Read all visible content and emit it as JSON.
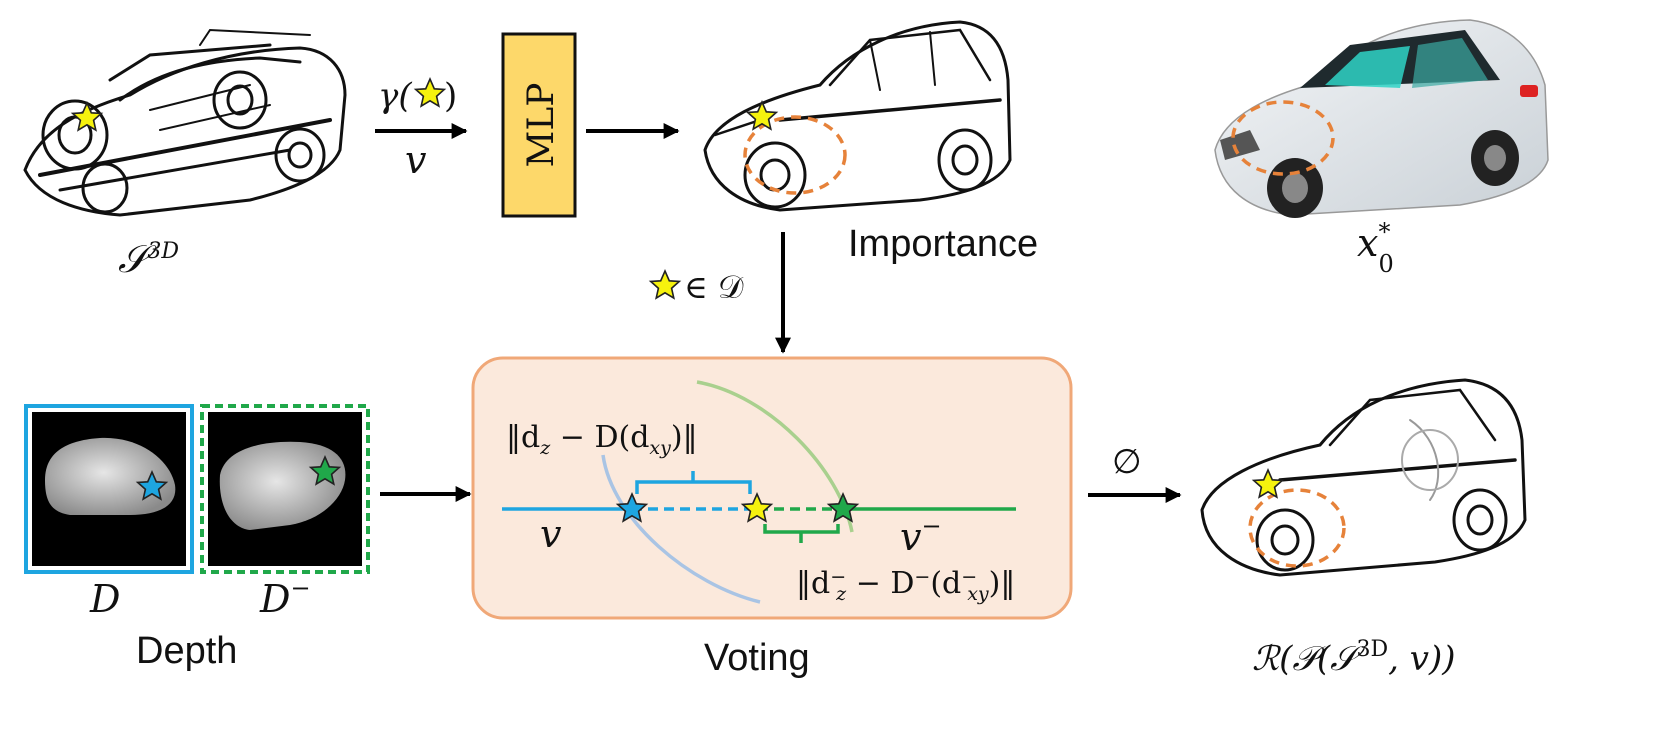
{
  "labels": {
    "sketch_3d": "𝒮",
    "sketch_3d_sup": "3D",
    "gamma_label": "γ(",
    "gamma_close": ")",
    "v_top": "v",
    "mlp": "MLP",
    "importance": "Importance",
    "x0_base": "x",
    "x0_sub": "0",
    "x0_sup": "*",
    "star_in_D": "∈ 𝒟",
    "depth_D": "D",
    "depth_Dminus_base": "D",
    "depth_Dminus_sup": "−",
    "depth": "Depth",
    "voting": "Voting",
    "dz_expr": "‖d",
    "dz_sub": "z",
    "dz_mid": " − D(d",
    "dz_sub2": "xy",
    "dz_end": ")‖",
    "dzm_expr": "‖d",
    "dzm_sub": "z",
    "dzm_sup": "−",
    "dzm_mid": " − D",
    "dzm_sup2": "−",
    "dzm_paren": "(d",
    "dzm_sub2": "xy",
    "dzm_sup3": "−",
    "dzm_end": ")‖",
    "v_ray": "v",
    "v_minus_base": "v",
    "v_minus_sup": "−",
    "empty_set": "∅",
    "render_expr": "ℛ(𝒫(𝒮",
    "render_sup": "3D",
    "render_end": ", v))"
  },
  "colors": {
    "mlp_fill": "#FDD86A",
    "voting_fill": "#FBE9DC",
    "voting_border": "#F0A878",
    "blue": "#1EA5E0",
    "green": "#20A84A",
    "orange_dash": "#E6823A",
    "star_yellow": "#F6F20E",
    "light_green": "#A9D08E",
    "light_blue": "#A9C4E4"
  },
  "icons": [
    "car-sketch-icon",
    "star-icon",
    "arrow-icon",
    "depth-map-icon",
    "car-photo-icon"
  ]
}
